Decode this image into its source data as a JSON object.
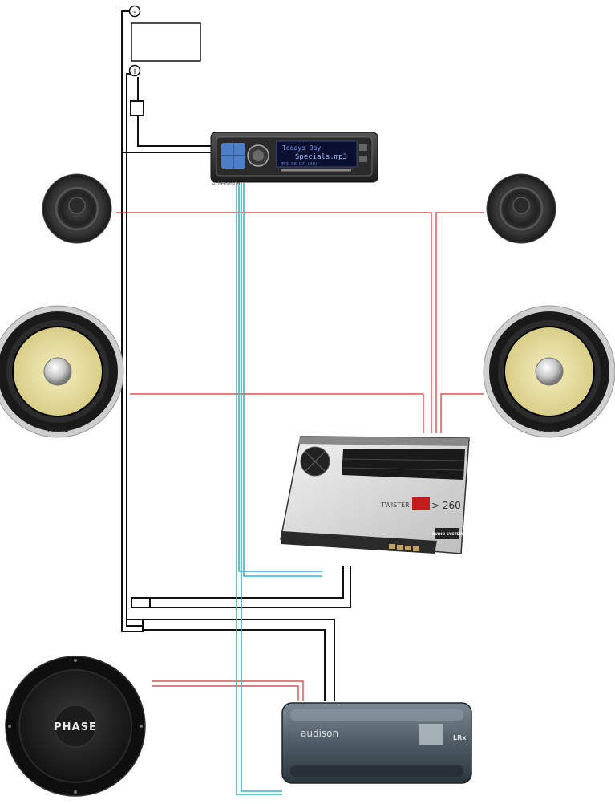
{
  "battery": {
    "negative_symbol": "-",
    "positive_symbol": "+"
  },
  "head_unit": {
    "display_line1": "Todays Day",
    "display_line2": "Specials.mp3",
    "display_line3": "MP3  D6  D7  (30)",
    "watermark": "echHome.ru"
  },
  "speakers": {
    "woofer_brand": "FOCAL"
  },
  "amp_4ch": {
    "model_prefix": "TWISTER",
    "model_number": "> 260",
    "brand": "AUDIO SYSTEM"
  },
  "subwoofer": {
    "brand": "PHASE"
  },
  "amp_mono": {
    "brand": "audison",
    "model": "LRx"
  },
  "colors": {
    "power_wire": "#111111",
    "speaker_wire": "#cc3333",
    "signal_wire": "#33b5c8",
    "woofer_cone": "#e9df9f"
  }
}
